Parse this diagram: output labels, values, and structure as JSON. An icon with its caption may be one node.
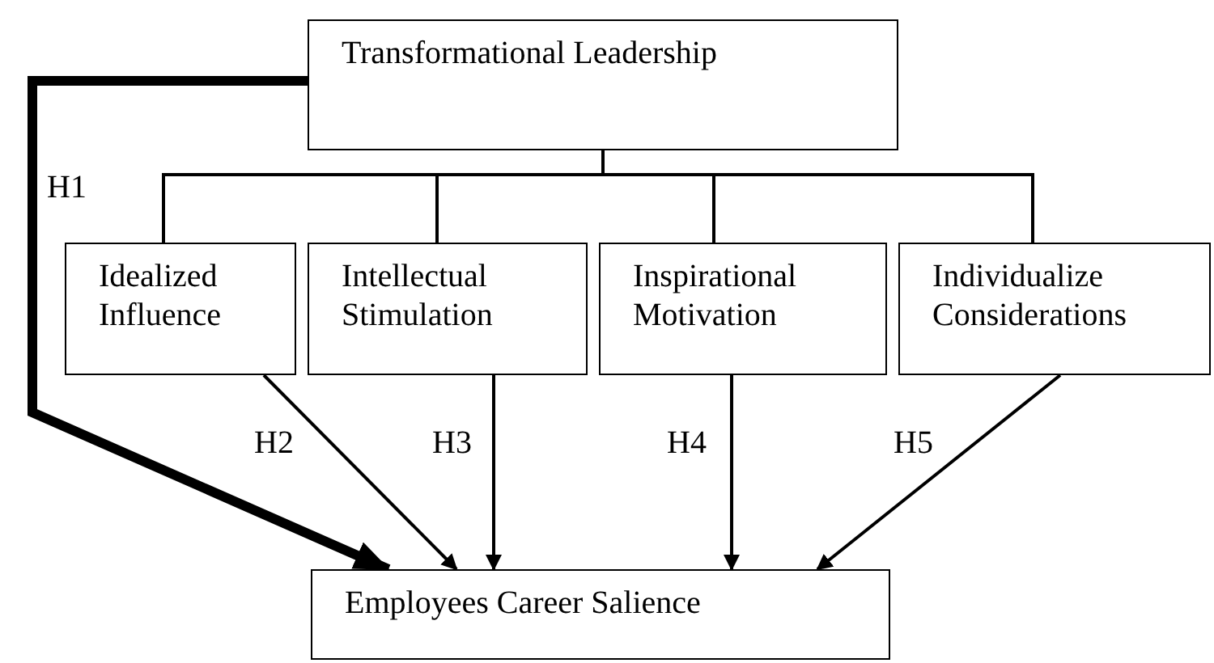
{
  "diagram": {
    "nodes": [
      {
        "text": [
          "Transformational Leadership"
        ]
      },
      {
        "text": [
          "Idealized Influence"
        ]
      },
      {
        "text": [
          "Intellectual Stimulation"
        ]
      },
      {
        "text": [
          "Inspirational Motivation"
        ]
      },
      {
        "text": [
          "Individualize Considerations"
        ]
      },
      {
        "text": [
          "Employees Career Salience"
        ]
      }
    ],
    "edges": [
      {
        "from": 0,
        "to": 1,
        "arrow": "none"
      },
      {
        "from": 0,
        "to": 2,
        "arrow": "none"
      },
      {
        "from": 0,
        "to": 3,
        "arrow": "none"
      },
      {
        "from": 0,
        "to": 4,
        "arrow": "none"
      },
      {
        "from": 0,
        "to": 5,
        "arrow": "to",
        "label": "H1",
        "style": "thick"
      },
      {
        "from": 1,
        "to": 5,
        "arrow": "to",
        "label": "H2"
      },
      {
        "from": 2,
        "to": 5,
        "arrow": "to",
        "label": "H3"
      },
      {
        "from": 3,
        "to": 5,
        "arrow": "to",
        "label": "H4"
      },
      {
        "from": 4,
        "to": 5,
        "arrow": "to",
        "label": "H5"
      }
    ]
  }
}
